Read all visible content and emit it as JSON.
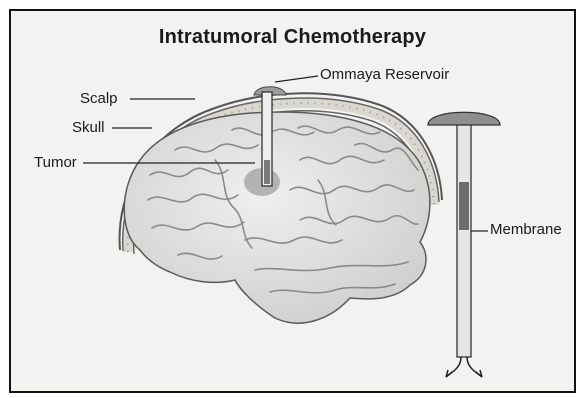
{
  "title": "Intratumoral Chemotherapy",
  "labels": {
    "scalp": "Scalp",
    "skull": "Skull",
    "tumor": "Tumor",
    "ommaya_reservoir": "Ommaya Reservoir",
    "membrane": "Membrane"
  },
  "colors": {
    "background": "#f2f2f1",
    "frame": "#111111",
    "brain": "#e3e3e1",
    "sulci": "#8a8a88",
    "reservoir": "#8f8f8d",
    "membrane": "#6e6e6c"
  }
}
